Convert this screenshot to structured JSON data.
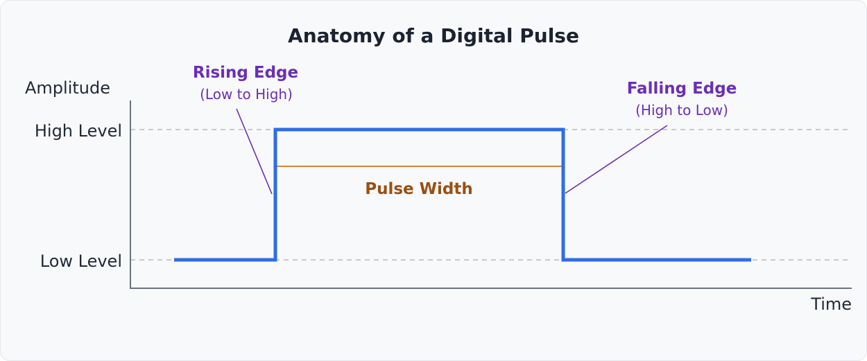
{
  "title": "Anatomy of a Digital Pulse",
  "axes": {
    "y_label": "Amplitude",
    "x_label": "Time"
  },
  "levels": {
    "high": "High Level",
    "low": "Low Level"
  },
  "annotations": {
    "rising_title": "Rising Edge",
    "rising_sub": "(Low to High)",
    "falling_title": "Falling Edge",
    "falling_sub": "(High to Low)",
    "pulse_width": "Pulse Width"
  },
  "colors": {
    "signal": "#2f6de6",
    "callout": "#6a2fb5",
    "pulse_width": "#d4863a",
    "pulse_width_text": "#9a4f12",
    "axis": "#6b7280",
    "guide": "#b5b9c0"
  }
}
